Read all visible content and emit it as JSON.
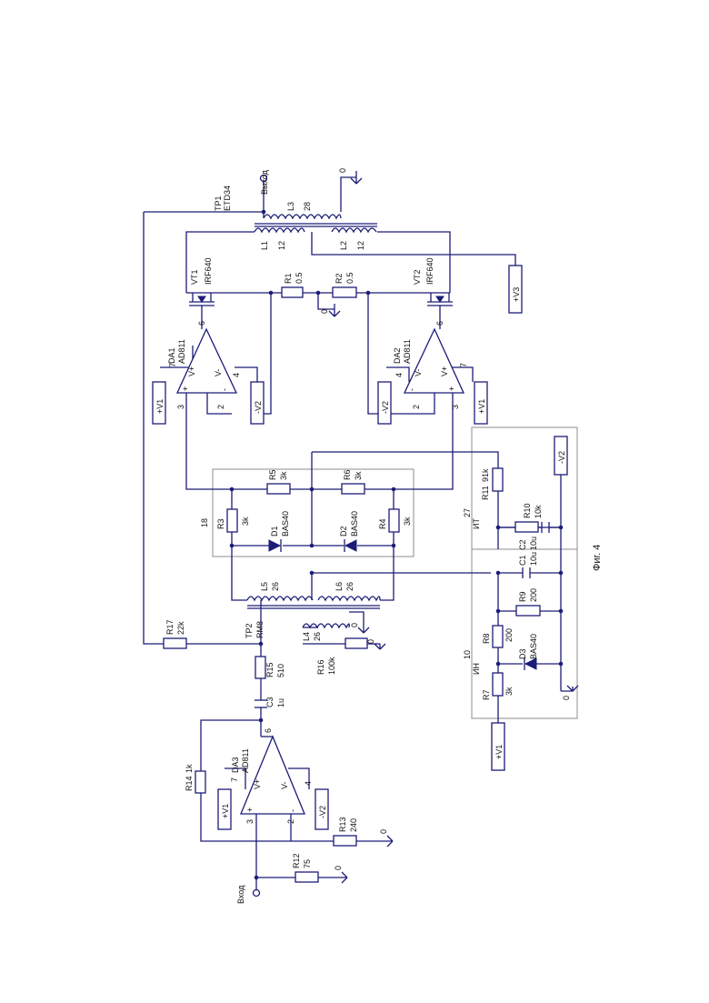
{
  "figure_caption": "Фиг. 4",
  "labels": {
    "vhod": "Вход",
    "vyhod": "Выход",
    "tp1": "TP1",
    "etd34": "ETD34",
    "tp2": "TP2",
    "rm8": "RM8",
    "l1": "L1",
    "l1v": "12",
    "l2": "L2",
    "l2v": "12",
    "l3": "L3",
    "l3v": "28",
    "l4": "L4",
    "l4v": "26",
    "l5": "L5",
    "l5v": "26",
    "l6": "L6",
    "l6v": "26",
    "vt1": "VT1",
    "vt1v": "IRF640",
    "vt2": "VT2",
    "vt2v": "IRF640",
    "r1": "R1",
    "r1v": "0.5",
    "r2": "R2",
    "r2v": "0.5",
    "r3": "R3",
    "r3v": "3k",
    "r4": "R4",
    "r4v": "3k",
    "r5": "R5",
    "r5v": "3k",
    "r6": "R6",
    "r6v": "3k",
    "r7": "R7",
    "r7v": "3k",
    "r8": "R8",
    "r8v": "200",
    "r9": "R9",
    "r9v": "200",
    "r10": "R10",
    "r10v": "10k",
    "r11": "R11",
    "r11v": "91k",
    "r12": "R12",
    "r12v": "75",
    "r13": "R13",
    "r13v": "240",
    "r14": "R14",
    "r14v": "1k",
    "r15": "R15",
    "r15v": "510",
    "r16": "R16",
    "r16v": "100k",
    "r17": "R17",
    "r17v": "22k",
    "c1": "C1",
    "c1v": "10u",
    "c2": "C2",
    "c2v": "10u",
    "c3": "C3",
    "c3v": "1u",
    "d1": "D1",
    "d1v": "BAS40",
    "d2": "D2",
    "d2v": "BAS40",
    "d3": "D3",
    "d3v": "BAS40",
    "da1": "DA1",
    "da1v": "AD811",
    "da2": "DA2",
    "da2v": "AD811",
    "da3": "DA3",
    "da3v": "AD811",
    "blk18": "18",
    "blk27": "27",
    "blk10": "10",
    "it": "ИТ",
    "in": "ИН",
    "pv1": "+V1",
    "mv2": "-V2",
    "pv3": "+V3",
    "zero": "0",
    "vplus": "V+",
    "vminus": "V-",
    "plus": "+",
    "minus": "-",
    "p2": "2",
    "p3": "3",
    "p4": "4",
    "p6": "6",
    "p7": "7"
  }
}
